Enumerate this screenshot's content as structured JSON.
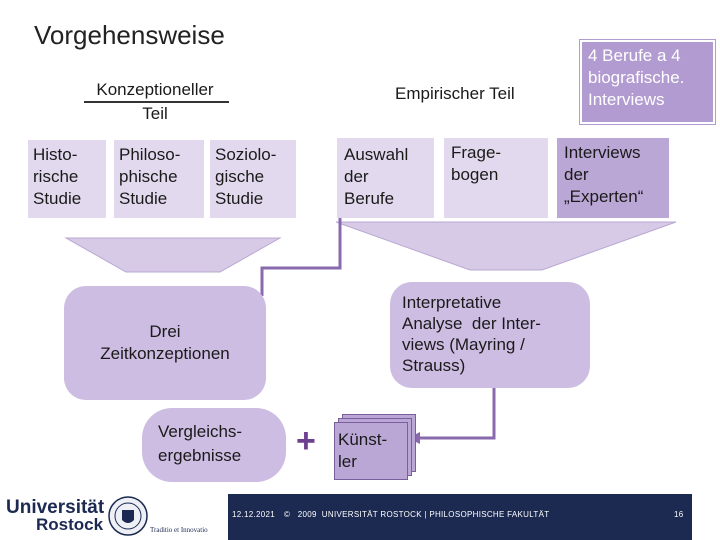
{
  "title": "Vorgehensweise",
  "konzeptionell": {
    "header": "Konzeptioneller\nTeil",
    "cells": [
      "Histo-\nrische\nStudie",
      "Philoso-\nphische\nStudie",
      "Soziolo-\ngische\nStudie"
    ]
  },
  "empirisch": {
    "header": "Empirischer Teil",
    "cells": [
      "Auswahl\nder\nBerufe",
      "Frage-\nbogen",
      "Interviews\nder\n„Experten“"
    ],
    "note": "4 Berufe a 4\nbiografische.\nInterviews"
  },
  "results": {
    "left_oval": "Drei\nZeitkonzeptionen",
    "right_oval": "Interpretative\nAnalyse  der Inter-\nviews (Mayring /\nStrauss)",
    "compare": "Vergleichs-\nergebnisse",
    "plus": "+",
    "kuenstler": "Künst-\nler"
  },
  "footer": {
    "university_line1": "Universität",
    "university_line2": "Rostock",
    "tradition": "Traditio et Innovatio",
    "date": "12.12.2021",
    "copyright": "©   2009  UNIVERSITÄT ROSTOCK | PHILOSOPHISCHE FAKULTÄT",
    "page": "16"
  },
  "colors": {
    "light": "#e2d9ee",
    "mid": "#cdbde2",
    "dark": "#bba7d6",
    "accent": "#6f3f8f",
    "footer": "#1c2a52"
  }
}
